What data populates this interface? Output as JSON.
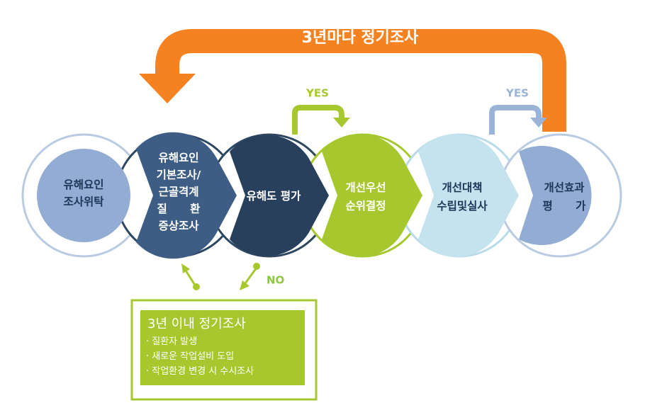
{
  "top_loop": {
    "label": "3년마다 정기조사",
    "color": "#f58220"
  },
  "yes_labels": [
    {
      "text": "YES",
      "color": "#a6c82e"
    },
    {
      "text": "YES",
      "color": "#9ab3d6"
    }
  ],
  "no_label": {
    "text": "NO",
    "color": "#8dc63f"
  },
  "steps": [
    {
      "lines": [
        "유해요인",
        "조사위탁"
      ],
      "fill": "#93acd3",
      "text_color": "#1d3557"
    },
    {
      "lines": [
        "유해요인",
        "기본조사/",
        "근골격계",
        "질      환",
        "증상조사"
      ],
      "fill": "#3d5d84",
      "text_color": "#ffffff"
    },
    {
      "lines": [
        "유해도 평가"
      ],
      "fill": "#28405c",
      "text_color": "#ffffff"
    },
    {
      "lines": [
        "개선우선",
        "순위결정"
      ],
      "fill": "#a6c82e",
      "text_color": "#ffffff"
    },
    {
      "lines": [
        "개선대책",
        "수립및실사"
      ],
      "fill": "#c5e3ee",
      "text_color": "#1d3557"
    },
    {
      "lines": [
        "개선효과",
        "평      가"
      ],
      "fill": "#93acd3",
      "text_color": "#1d3557"
    }
  ],
  "info_box": {
    "title": "3년 이내 정기조사",
    "items": [
      "· 질환자 발생",
      "· 새로운 작업설비 도입",
      "· 작업환경 변경 시 수시조사"
    ]
  }
}
